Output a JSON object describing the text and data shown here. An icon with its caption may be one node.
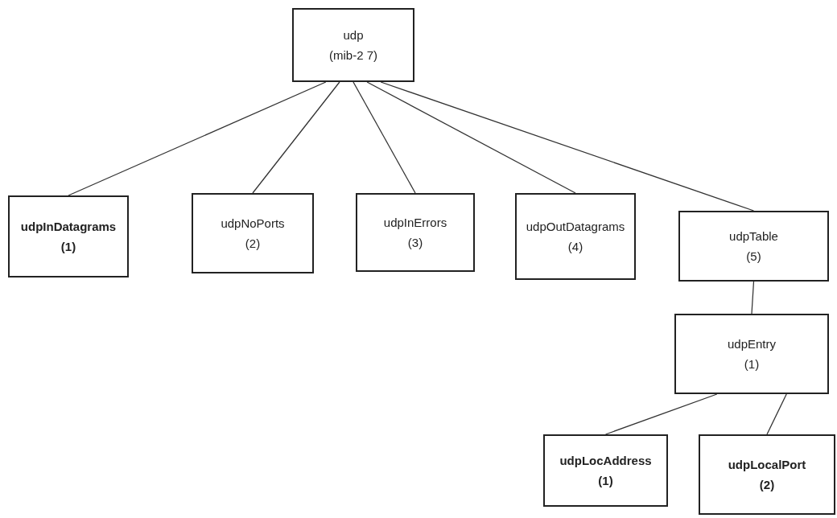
{
  "diagram": {
    "nodes": [
      {
        "text": [
          "udp",
          "(mib-2 7)"
        ]
      },
      {
        "text": [
          "udpInDatagrams",
          "(1)"
        ]
      },
      {
        "text": [
          "udpNoPorts",
          "(2)"
        ]
      },
      {
        "text": [
          "udpInErrors",
          "(3)"
        ]
      },
      {
        "text": [
          "udpOutDatagrams",
          "(4)"
        ]
      },
      {
        "text": [
          "udpTable",
          "(5)"
        ]
      },
      {
        "text": [
          "udpEntry",
          "(1)"
        ]
      },
      {
        "text": [
          "udpLocAddress",
          "(1)"
        ]
      },
      {
        "text": [
          "udpLocalPort",
          "(2)"
        ]
      }
    ],
    "edges": [
      {
        "from": 0,
        "to": 1,
        "arrow": "none"
      },
      {
        "from": 0,
        "to": 2,
        "arrow": "none"
      },
      {
        "from": 0,
        "to": 3,
        "arrow": "none"
      },
      {
        "from": 0,
        "to": 4,
        "arrow": "none"
      },
      {
        "from": 0,
        "to": 5,
        "arrow": "none"
      },
      {
        "from": 5,
        "to": 6,
        "arrow": "none"
      },
      {
        "from": 6,
        "to": 7,
        "arrow": "none"
      },
      {
        "from": 6,
        "to": 8,
        "arrow": "none"
      }
    ]
  }
}
